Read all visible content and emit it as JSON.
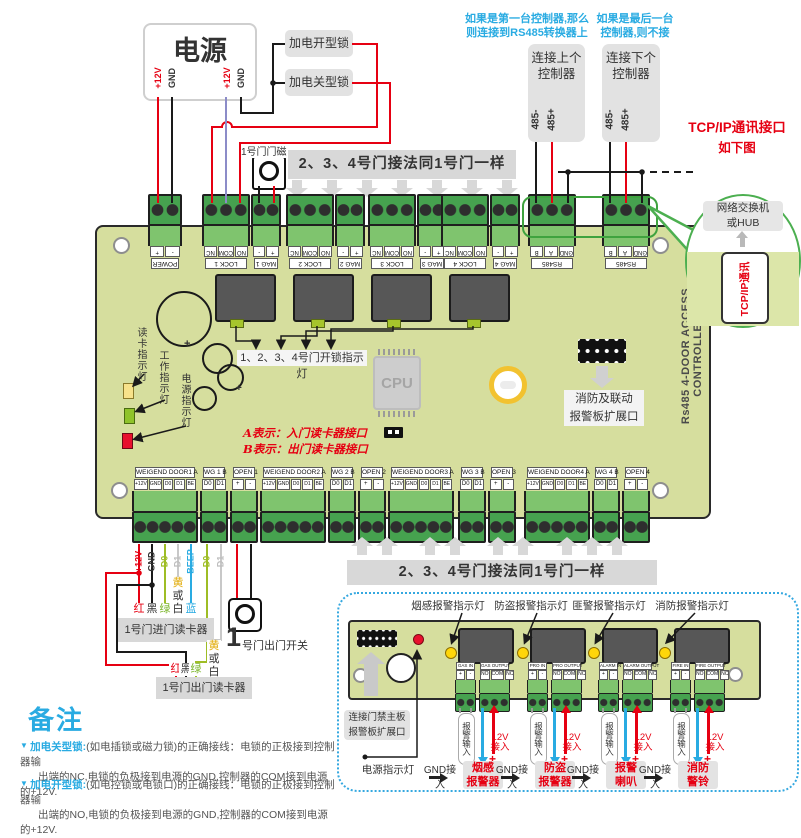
{
  "colors": {
    "pcb": "#d6de9e",
    "terminal_green": "#46a24f",
    "terminal_body": "#7fc46e",
    "wire_red": "#e60012",
    "wire_black": "#1a1a1a",
    "wire_purple": "#8c8cc8",
    "wire_green": "#9ebd25",
    "wire_gray": "#c8c8c8",
    "wire_blue": "#29abe2",
    "accent_blue": "#29abe2",
    "accent_red": "#e60012",
    "banner_gray": "#d8d8d8",
    "bubble_green": "#4caf50",
    "led_yellow": "#ffd60a"
  },
  "top": {
    "power_box": {
      "title": "电源",
      "pin1": "+12V",
      "pin2": "GND",
      "pin3": "+12V",
      "pin4": "GND"
    },
    "lock_open_label": "加电开型锁",
    "lock_close_label": "加电关型锁",
    "door_magnet_label": "1号门门磁",
    "banner": "2、3、4号门接法同1号门一样",
    "hint_first_line1": "如果是第一台控制器,那么",
    "hint_first_line2": "则连接到RS485转换器上",
    "hint_last_line1": "如果是最后一台",
    "hint_last_line2": "控制器,则不接",
    "prev_ctrl": {
      "line1": "连接上个",
      "line2": "控制器",
      "pin1": "485-",
      "pin2": "485+"
    },
    "next_ctrl": {
      "line1": "连接下个",
      "line2": "控制器",
      "pin1": "485-",
      "pin2": "485+"
    },
    "tcpip_line1": "TCP/IP通讯接口",
    "tcpip_line2": "如下图",
    "bubble": {
      "line1": "网络交换机",
      "line2": "或HUB",
      "card": "TCP/IP通讯"
    }
  },
  "board": {
    "side_text": "Rs485 4-DOOR ACCESS CONTROLLER",
    "cpu_label": "CPU",
    "unlock_label": "1、2、3、4号门开锁指示灯",
    "indicator1": "读卡指示灯",
    "indicator2": "工作指示灯",
    "indicator3": "电源指示灯",
    "reader_note_a": "A表示：入门读卡器接口",
    "reader_note_b": "B表示：出门读卡器接口",
    "expansion_line1": "消防及联动",
    "expansion_line2": "报警板扩展口",
    "top_terminals": [
      {
        "name": "POWER",
        "pins": [
          "+",
          "-"
        ]
      },
      {
        "name": "LOCK 1",
        "pins": [
          "NC",
          "COM",
          "NO"
        ]
      },
      {
        "name": "MAG 1",
        "pins": [
          "-",
          "+"
        ]
      },
      {
        "name": "LOCK 2",
        "pins": [
          "NC",
          "COM",
          "NO"
        ]
      },
      {
        "name": "MAG 2",
        "pins": [
          "-",
          "+"
        ]
      },
      {
        "name": "LOCK 3",
        "pins": [
          "NC",
          "COM",
          "NO"
        ]
      },
      {
        "name": "MAG 3",
        "pins": [
          "-",
          "+"
        ]
      },
      {
        "name": "LOCK 4",
        "pins": [
          "NC",
          "COM",
          "NO"
        ]
      },
      {
        "name": "MAG 4",
        "pins": [
          "-",
          "+"
        ]
      },
      {
        "name": "RS485",
        "pins": [
          "B",
          "A",
          "GND"
        ]
      },
      {
        "name": "RS485",
        "pins": [
          "B",
          "A",
          "GND"
        ]
      }
    ],
    "bottom_terminals": [
      {
        "name": "WEIGEND DOOR1 A",
        "pins": [
          "+12V",
          "GND",
          "D0",
          "D1",
          "BE"
        ]
      },
      {
        "name": "WG 1 B",
        "pins": [
          "D0",
          "D1"
        ]
      },
      {
        "name": "OPEN 1",
        "pins": [
          "+",
          "-"
        ]
      },
      {
        "name": "WEIGEND DOOR2 A",
        "pins": [
          "+12V",
          "GND",
          "D0",
          "D1",
          "BE"
        ]
      },
      {
        "name": "WG 2 B",
        "pins": [
          "D0",
          "D1"
        ]
      },
      {
        "name": "OPEN 2",
        "pins": [
          "+",
          "-"
        ]
      },
      {
        "name": "WEIGEND DOOR3 A",
        "pins": [
          "+12V",
          "GND",
          "D0",
          "D1",
          "BE"
        ]
      },
      {
        "name": "WG 3 B",
        "pins": [
          "D0",
          "D1"
        ]
      },
      {
        "name": "OPEN 3",
        "pins": [
          "+",
          "-"
        ]
      },
      {
        "name": "WEIGEND DOOR4 A",
        "pins": [
          "+12V",
          "GND",
          "D0",
          "D1",
          "BE"
        ]
      },
      {
        "name": "WG 4 B",
        "pins": [
          "D0",
          "D1"
        ]
      },
      {
        "name": "OPEN 4",
        "pins": [
          "+",
          "-"
        ]
      }
    ]
  },
  "wiring": {
    "wire_labels": [
      "+12V",
      "GND",
      "D0",
      "D1",
      "BEEP",
      "D0",
      "D1"
    ],
    "reader_in": {
      "label": "1号门进门读卡器",
      "c1": "红",
      "c2": "黑",
      "c3": "绿",
      "c4": "黄",
      "c5": "或",
      "c6": "白",
      "c7": "蓝"
    },
    "reader_out": {
      "label": "1号门出门读卡器",
      "c1": "红",
      "c2": "黑",
      "c3": "绿",
      "c4": "黄",
      "c5": "或",
      "c6": "白"
    },
    "exit_button_num": "1",
    "exit_button_label": "号门出门开关",
    "banner": "2、3、4号门接法同1号门一样"
  },
  "alarm": {
    "indicators": [
      "烟感报警指示灯",
      "防盗报警指示灯",
      "匪警报警指示灯",
      "消防报警指示灯"
    ],
    "expansion_line1": "连接门禁主板",
    "expansion_line2": "报警板扩展口",
    "power_led_label": "电源指示灯",
    "groups": [
      {
        "in_title": "GAS IN",
        "out_title": "GAS OUTPUT",
        "in_pins": [
          "+",
          "-"
        ],
        "out_pins": [
          "NO",
          "COM",
          "NC"
        ],
        "input_label": "报警输入",
        "v12a": "12V",
        "v12b": "接入",
        "plus": "+",
        "gnd": "GND接入",
        "dev1": "烟感",
        "dev2": "报警器"
      },
      {
        "in_title": "PRO IN",
        "out_title": "PRO OUTPUT",
        "in_pins": [
          "+",
          "-"
        ],
        "out_pins": [
          "NO",
          "COM",
          "NC"
        ],
        "input_label": "报警输入",
        "v12a": "12V",
        "v12b": "接入",
        "plus": "+",
        "gnd": "GND接入",
        "dev1": "防盗",
        "dev2": "报警器"
      },
      {
        "in_title": "ALARM IN",
        "out_title": "ALARM OUTPUT",
        "in_pins": [
          "+",
          "-"
        ],
        "out_pins": [
          "NO",
          "COM",
          "NC"
        ],
        "input_label": "报警输入",
        "v12a": "12V",
        "v12b": "接入",
        "plus": "+",
        "gnd": "GND接入",
        "dev1": "报警",
        "dev2": "喇叭"
      },
      {
        "in_title": "FIRE IN",
        "out_title": "FIRE OUTPUT",
        "in_pins": [
          "+",
          "-"
        ],
        "out_pins": [
          "NO",
          "COM",
          "NC"
        ],
        "input_label": "报警输入",
        "v12a": "12V",
        "v12b": "接入",
        "plus": "+",
        "gnd": "GND接入",
        "dev1": "消防",
        "dev2": "警铃"
      }
    ]
  },
  "notes": {
    "title": "备注",
    "n1_lead": "加电关型锁:",
    "n1_body1": "(如电插锁或磁力锁)的正确接线：电锁的正极接到控制器输",
    "n1_body2": "出端的NC,电锁的负极接到电源的GND,控制器的COM接到电源的+12V.",
    "n2_lead": "加电开型锁:",
    "n2_body1": "(如电控锁或电锁口)的正确接线：电锁的正极接到控制器输",
    "n2_body2": "出端的NO,电锁的负极接到电源的GND,控制器的COM接到电源的+12V."
  }
}
